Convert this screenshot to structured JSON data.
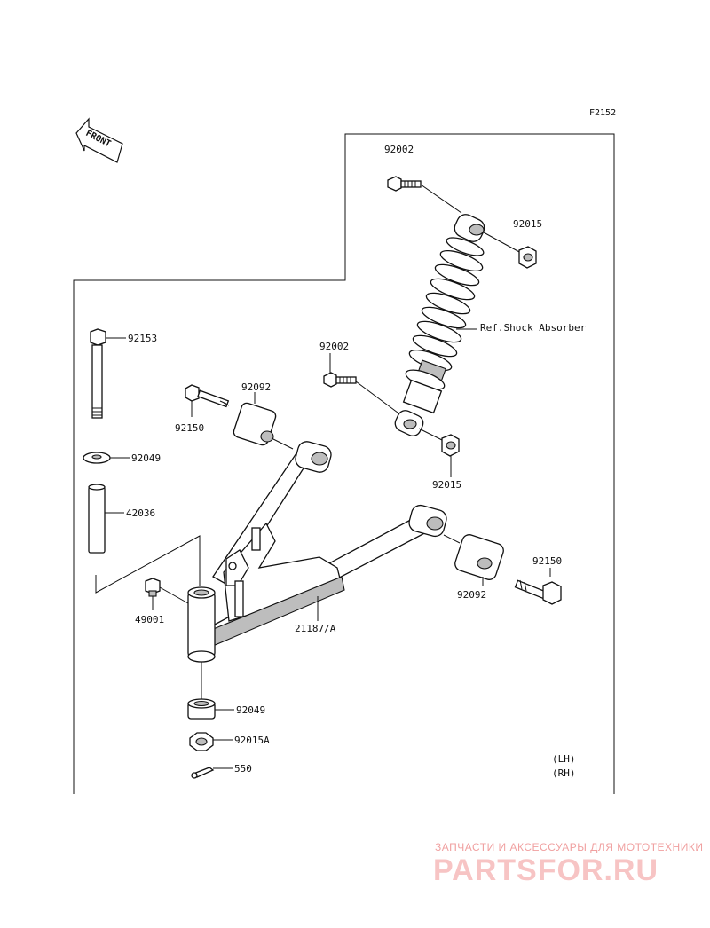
{
  "figure_code": "F2152",
  "front_marker": "FRONT",
  "labels": {
    "p92002_top": "92002",
    "p92015_top": "92015",
    "ref_shock": "Ref.Shock Absorber",
    "p92002_mid": "92002",
    "p92015_mid": "92015",
    "p92153": "92153",
    "p92092_left": "92092",
    "p92150_left": "92150",
    "p92049_top": "92049",
    "p42036": "42036",
    "p92150_right": "92150",
    "p92092_right": "92092",
    "p49001": "49001",
    "p21187": "21187/A",
    "p92049_bottom": "92049",
    "p92015A": "92015A",
    "p550": "550"
  },
  "side_lh": "(LH)",
  "side_rh": "(RH)",
  "watermark": {
    "tagline": "ЗАПЧАСТИ И АКСЕССУАРЫ ДЛЯ МОТОТЕХНИКИ",
    "logo": "PARTSFOR.RU"
  }
}
